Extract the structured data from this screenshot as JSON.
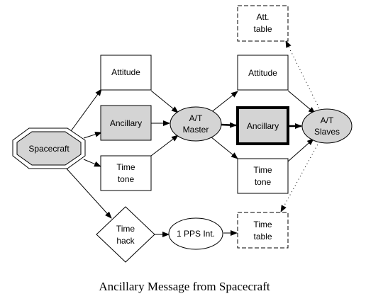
{
  "caption": "Ancillary Message from Spacecraft",
  "colors": {
    "node_fill_white": "#ffffff",
    "node_fill_gray": "#d4d4d4",
    "stroke": "#000000"
  },
  "nodes": {
    "spacecraft": {
      "label": "Spacecraft"
    },
    "attitude_1": {
      "label": "Attitude"
    },
    "ancillary_1": {
      "label": "Ancillary"
    },
    "time_tone_1": {
      "line1": "Time",
      "line2": "tone"
    },
    "at_master": {
      "line1": "A/T",
      "line2": "Master"
    },
    "attitude_2": {
      "label": "Attitude"
    },
    "ancillary_2": {
      "label": "Ancillary"
    },
    "time_tone_2": {
      "line1": "Time",
      "line2": "tone"
    },
    "at_slaves": {
      "line1": "A/T",
      "line2": "Slaves"
    },
    "att_table": {
      "line1": "Att.",
      "line2": "table"
    },
    "time_hack": {
      "line1": "Time",
      "line2": "hack"
    },
    "pps_int": {
      "label": "1 PPS Int."
    },
    "time_table": {
      "line1": "Time",
      "line2": "table"
    }
  }
}
